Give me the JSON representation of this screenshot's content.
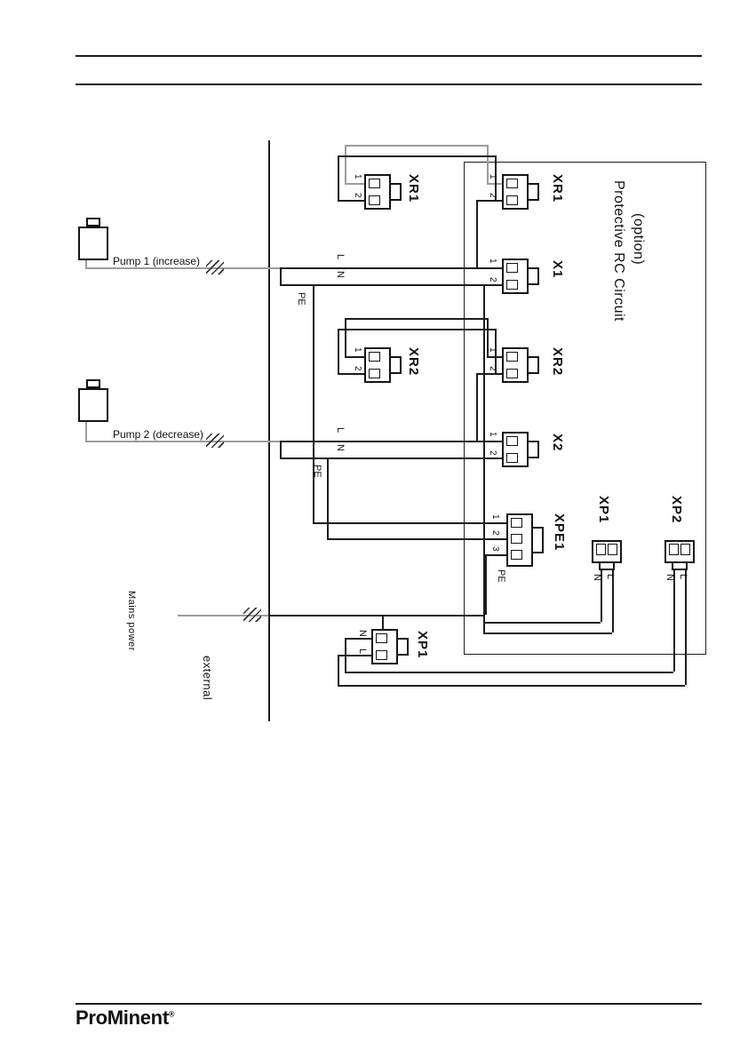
{
  "page": {
    "logo_text": "ProMinent",
    "logo_reg": "®"
  },
  "diagram": {
    "title": "Protective RC Circuit",
    "subtitle": "(option)",
    "external_label": "external",
    "mains_label": "Mains power",
    "pump1_label": "Pump 1 (increase)",
    "pump2_label": "Pump 2 (decrease)",
    "labels": {
      "xr1": "XR1",
      "x1": "X1",
      "xr2": "XR2",
      "x2": "X2",
      "xpe1": "XPE1",
      "xp1": "XP1",
      "xp2": "XP2",
      "l": "L",
      "n": "N",
      "pe": "PE",
      "pin1": "1",
      "pin2": "2",
      "pin3": "3"
    }
  }
}
